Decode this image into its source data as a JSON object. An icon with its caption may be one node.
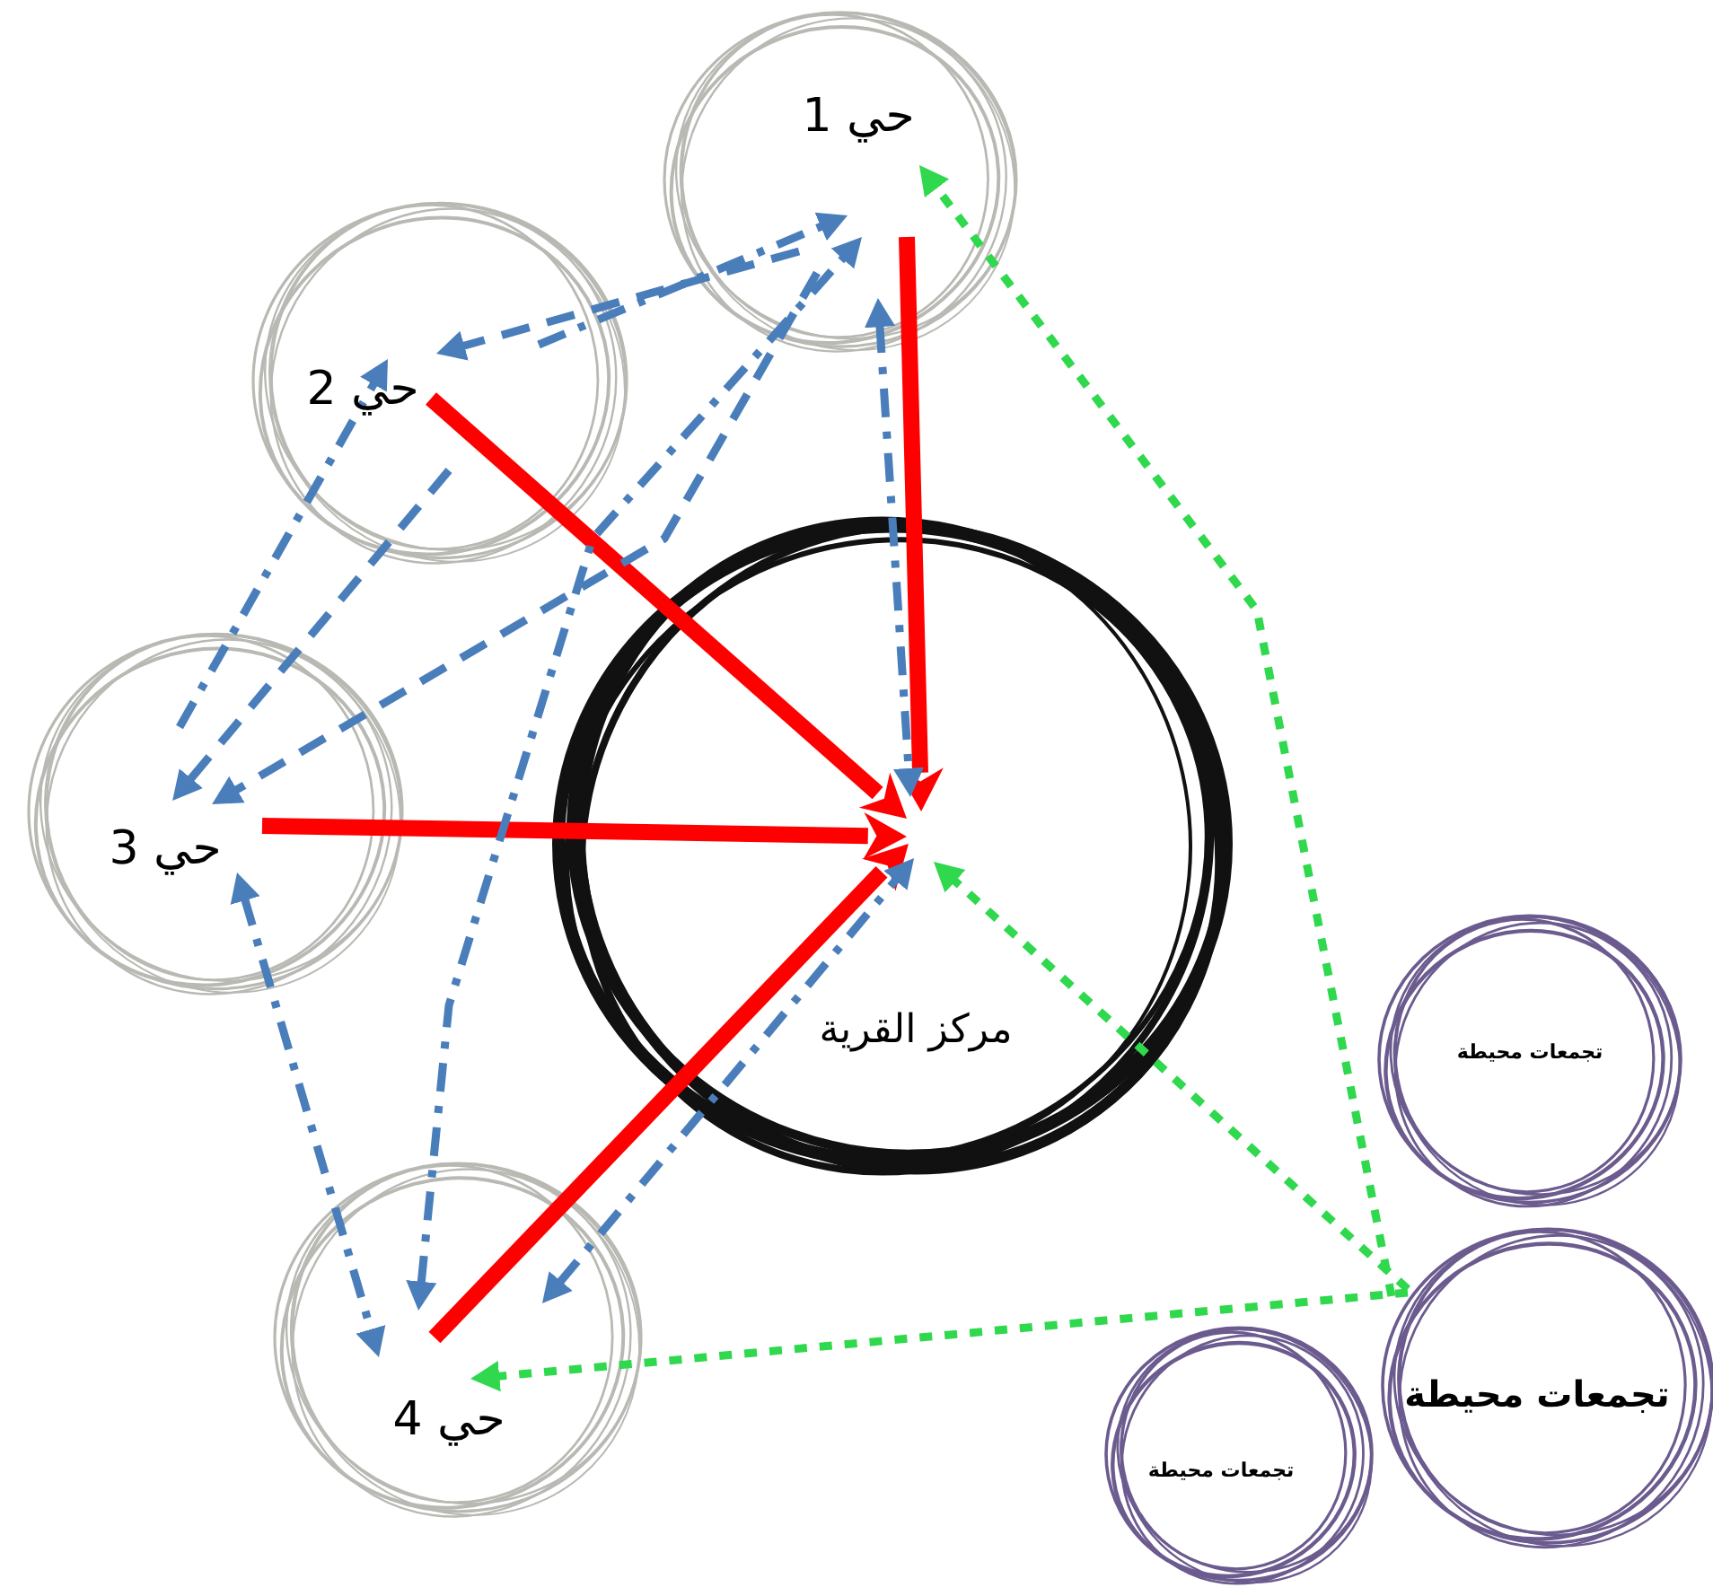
{
  "diagram": {
    "nodes": [
      {
        "text": [
          "حي 1"
        ]
      },
      {
        "text": [
          "حي 2"
        ]
      },
      {
        "text": [
          "حي 3"
        ]
      },
      {
        "text": [
          "حي 4"
        ]
      },
      {
        "text": [
          "مركز القرية"
        ]
      },
      {
        "text": [
          "تجمعات محيطة"
        ]
      },
      {
        "text": [
          "تجمعات محيطة"
        ]
      },
      {
        "text": [
          "تجمعات محيطة"
        ]
      }
    ],
    "edges": [
      {
        "from": 0,
        "to": 4,
        "arrow": "to",
        "style": "thick",
        "color": "#ff0000"
      },
      {
        "from": 1,
        "to": 4,
        "arrow": "to",
        "style": "thick",
        "color": "#ff0000"
      },
      {
        "from": 2,
        "to": 4,
        "arrow": "to",
        "style": "thick",
        "color": "#ff0000"
      },
      {
        "from": 3,
        "to": 4,
        "arrow": "to",
        "style": "thick",
        "color": "#ff0000"
      },
      {
        "from": 1,
        "to": 0,
        "arrow": "to",
        "style": "dashed"
      },
      {
        "from": 0,
        "to": 1,
        "arrow": "to",
        "style": "dashed"
      },
      {
        "from": 2,
        "to": 1,
        "arrow": "to",
        "style": "dashed"
      },
      {
        "from": 1,
        "to": 2,
        "arrow": "to",
        "style": "dashed"
      },
      {
        "from": 0,
        "to": 2,
        "arrow": "to",
        "style": "dashed"
      },
      {
        "from": 2,
        "to": 3,
        "arrow": "both",
        "style": "dashed"
      },
      {
        "from": 3,
        "to": 0,
        "arrow": "both",
        "style": "dashed"
      },
      {
        "from": 0,
        "to": 4,
        "arrow": "both",
        "style": "dashed"
      },
      {
        "from": 3,
        "to": 4,
        "arrow": "both",
        "style": "dashed"
      },
      {
        "from": 7,
        "to": 0,
        "arrow": "to",
        "style": "dashed",
        "color": "#2fd84c"
      },
      {
        "from": 7,
        "to": 4,
        "arrow": "to",
        "style": "dashed",
        "color": "#2fd84c"
      },
      {
        "from": 7,
        "to": 3,
        "arrow": "to",
        "style": "dashed",
        "color": "#2fd84c"
      }
    ]
  }
}
